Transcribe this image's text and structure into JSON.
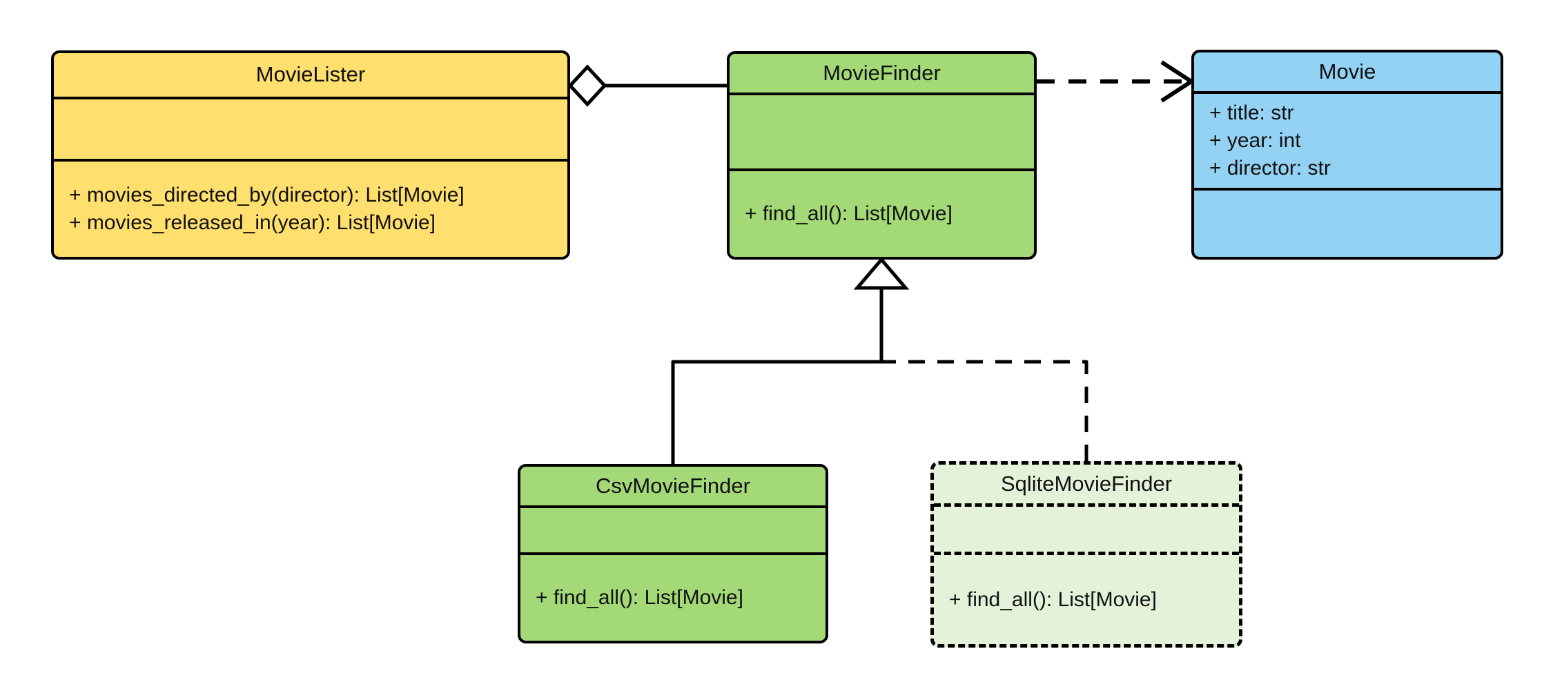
{
  "diagram": {
    "kind": "uml-class-diagram",
    "background": "#ffffff",
    "line_color": "#000000"
  },
  "classes": [
    {
      "id": "movielister",
      "name": "MovieLister",
      "fill": "#FFDF6E",
      "border_style": "solid",
      "attributes": [],
      "operations": [
        "+ movies_directed_by(director): List[Movie]",
        "+ movies_released_in(year): List[Movie]"
      ]
    },
    {
      "id": "moviefinder",
      "name": "MovieFinder",
      "fill": "#A3D977",
      "border_style": "solid",
      "attributes": [],
      "operations": [
        "+ find_all(): List[Movie]"
      ]
    },
    {
      "id": "movie",
      "name": "Movie",
      "fill": "#93D2F3",
      "border_style": "solid",
      "attributes": [
        "+ title: str",
        "+ year: int",
        "+ director: str"
      ],
      "operations": []
    },
    {
      "id": "csvmoviefinder",
      "name": "CsvMovieFinder",
      "fill": "#A3D977",
      "border_style": "solid",
      "attributes": [],
      "operations": [
        "+ find_all(): List[Movie]"
      ]
    },
    {
      "id": "sqlitemoviefinder",
      "name": "SqliteMovieFinder",
      "fill": "#E3F2D9",
      "border_style": "dashed",
      "attributes": [],
      "operations": [
        "+ find_all(): List[Movie]"
      ]
    }
  ],
  "relationships": [
    {
      "id": "aggregation-movielister-moviefinder",
      "type": "aggregation",
      "from": "MovieLister",
      "to": "MovieFinder",
      "line_style": "solid",
      "end_marker": "hollow-diamond"
    },
    {
      "id": "dependency-moviefinder-movie",
      "type": "dependency",
      "from": "MovieFinder",
      "to": "Movie",
      "line_style": "dashed",
      "end_marker": "open-arrow"
    },
    {
      "id": "inheritance-csvmoviefinder-moviefinder",
      "type": "generalization",
      "from": "CsvMovieFinder",
      "to": "MovieFinder",
      "line_style": "solid",
      "end_marker": "hollow-triangle"
    },
    {
      "id": "inheritance-sqlitemoviefinder-moviefinder",
      "type": "realization",
      "from": "SqliteMovieFinder",
      "to": "MovieFinder",
      "line_style": "dashed",
      "end_marker": "hollow-triangle"
    }
  ]
}
